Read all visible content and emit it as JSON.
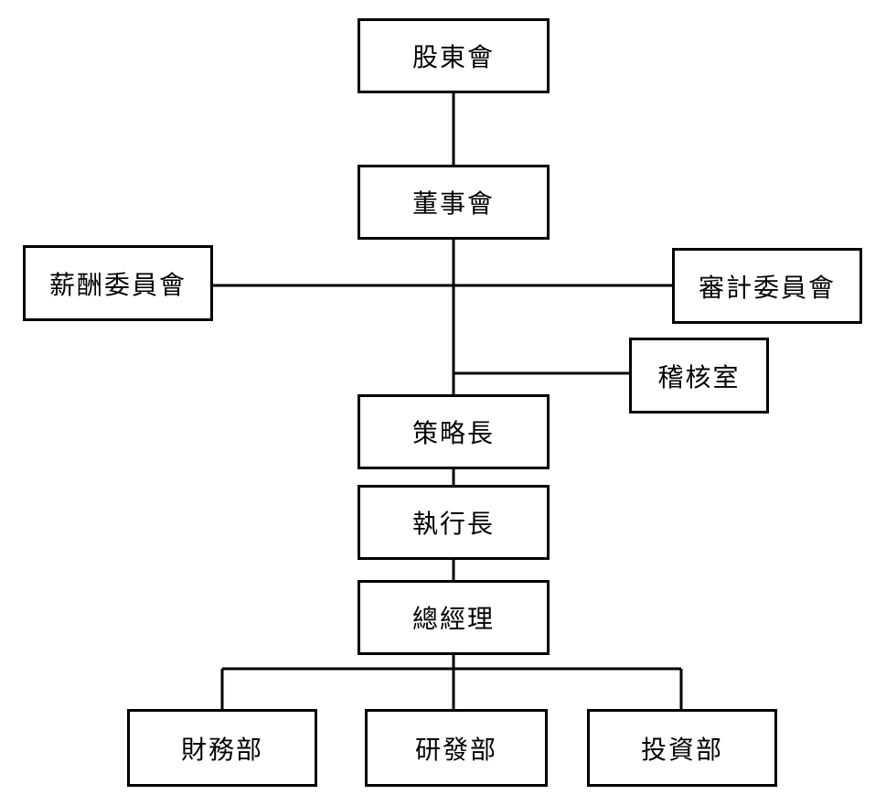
{
  "org_chart": {
    "nodes": {
      "shareholders": "股東會",
      "board": "董事會",
      "compensation_committee": "薪酬委員會",
      "audit_committee": "審計委員會",
      "audit_office": "稽核室",
      "strategy": "策略長",
      "ceo": "執行長",
      "general_manager": "總經理",
      "finance": "財務部",
      "rnd": "研發部",
      "investment": "投資部"
    },
    "relations": [
      {
        "from": "股東會",
        "to": "董事會"
      },
      {
        "from": "董事會",
        "to": "薪酬委員會"
      },
      {
        "from": "董事會",
        "to": "審計委員會"
      },
      {
        "from": "董事會",
        "to": "稽核室"
      },
      {
        "from": "董事會",
        "to": "策略長"
      },
      {
        "from": "策略長",
        "to": "執行長"
      },
      {
        "from": "執行長",
        "to": "總經理"
      },
      {
        "from": "總經理",
        "to": "財務部"
      },
      {
        "from": "總經理",
        "to": "研發部"
      },
      {
        "from": "總經理",
        "to": "投資部"
      }
    ]
  }
}
